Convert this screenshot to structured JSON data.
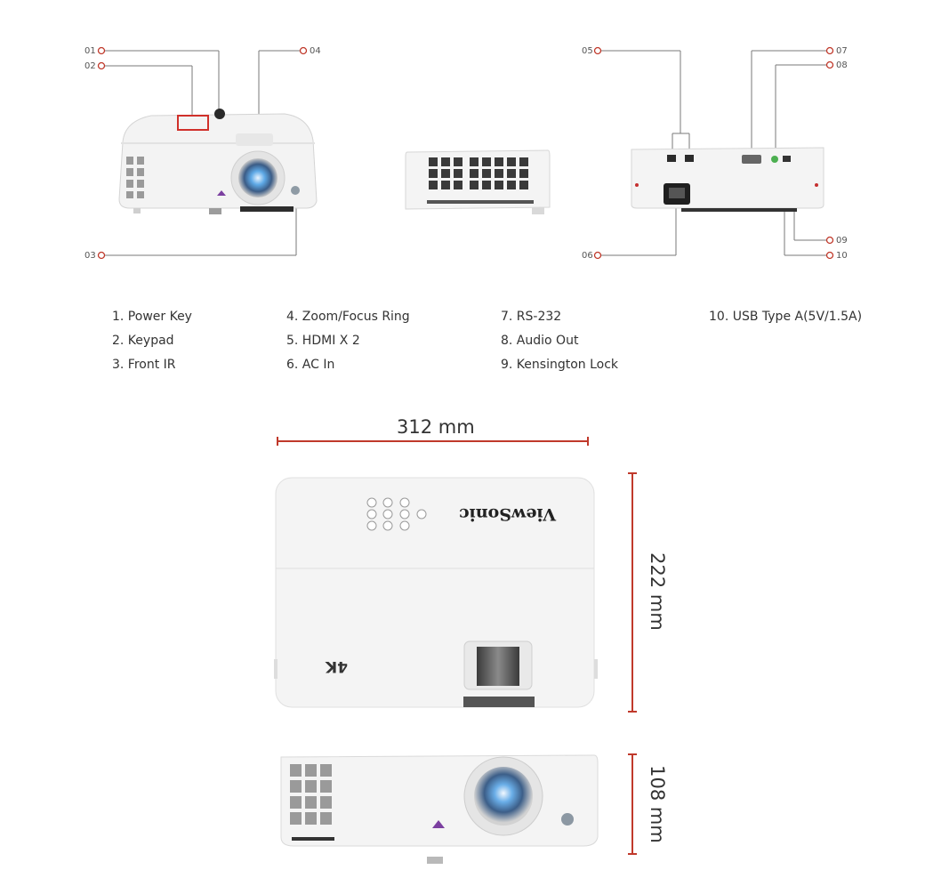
{
  "callouts": {
    "c01": "01",
    "c02": "02",
    "c03": "03",
    "c04": "04",
    "c05": "05",
    "c06": "06",
    "c07": "07",
    "c08": "08",
    "c09": "09",
    "c10": "10"
  },
  "specs": {
    "col1": [
      "1. Power Key",
      "2. Keypad",
      "3. Front IR"
    ],
    "col2": [
      "4. Zoom/Focus Ring",
      "5. HDMI X 2",
      "6. AC In"
    ],
    "col3": [
      "7. RS-232",
      "8. Audio Out",
      "9. Kensington Lock"
    ],
    "col4": [
      "10. USB Type A(5V/1.5A)"
    ]
  },
  "dimensions": {
    "width": "312 mm",
    "depth": "222 mm",
    "height": "108 mm"
  },
  "product": {
    "brand_top": "ViewSonic",
    "badge": "4K"
  },
  "colors": {
    "accent_red": "#c0392b",
    "callout_line": "#777777",
    "body_white": "#f4f4f4"
  }
}
